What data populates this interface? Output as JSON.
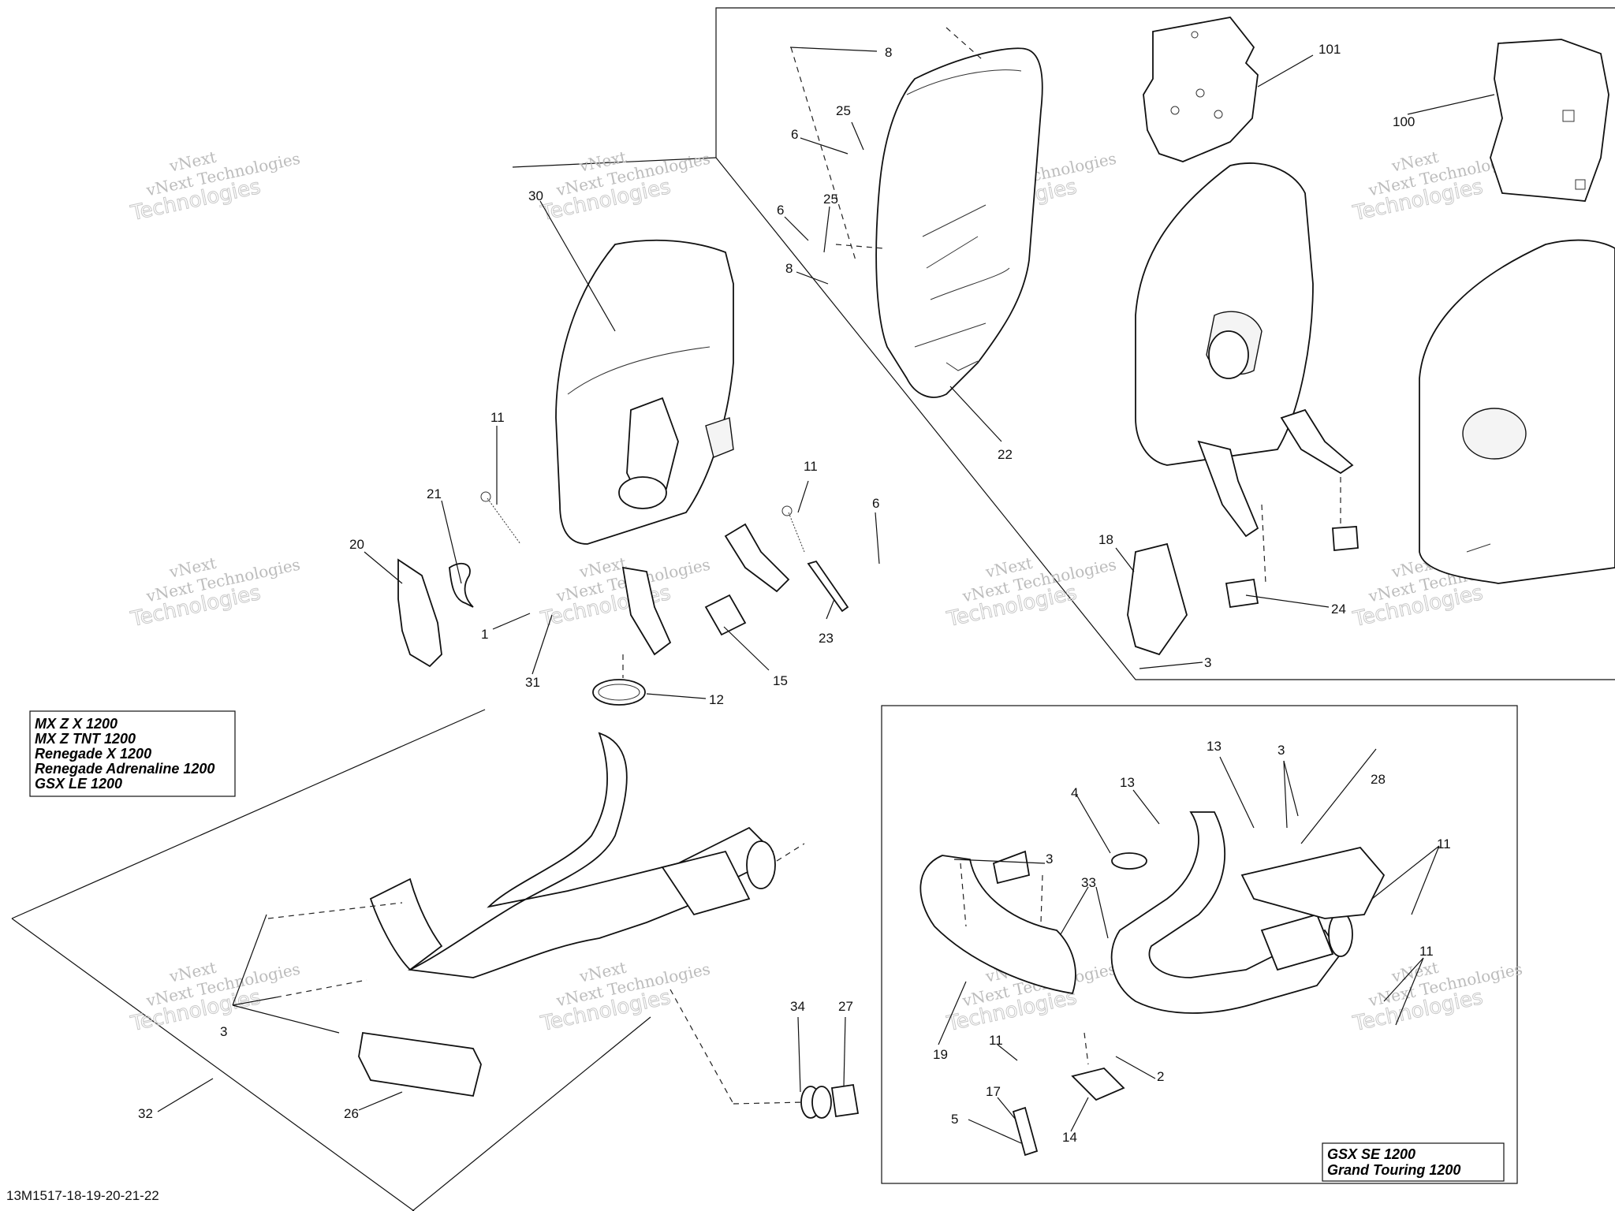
{
  "watermark": {
    "line1": "vNext",
    "line2": "vNext Technologies",
    "line3": "Technologies"
  },
  "model_box_left": {
    "models": [
      "MX Z X 1200",
      "MX Z TNT 1200",
      "Renegade X 1200",
      "Renegade Adrenaline 1200",
      "GSX LE 1200"
    ]
  },
  "model_box_right": {
    "models": [
      "GSX SE 1200",
      "Grand Touring 1200"
    ]
  },
  "drawing_code": "13M1517-18-19-20-21-22",
  "callouts": {
    "c8a": "8",
    "c101": "101",
    "c100": "100",
    "c25a": "25",
    "c6a": "6",
    "c30": "30",
    "c6b": "6",
    "c25b": "25",
    "c8b": "8",
    "c22": "22",
    "c11a": "11",
    "c21": "21",
    "c20": "20",
    "c11b": "11",
    "c6c": "6",
    "c1": "1",
    "c31": "31",
    "c23": "23",
    "c15": "15",
    "c18": "18",
    "c24": "24",
    "c3a": "3",
    "c12": "12",
    "c13a": "13",
    "c3b": "3",
    "c28": "28",
    "c4": "4",
    "c13b": "13",
    "c3c": "3",
    "c11c": "11",
    "c33": "33",
    "c11d": "11",
    "c19": "19",
    "c11e": "11",
    "c2": "2",
    "c17": "17",
    "c5": "5",
    "c14": "14",
    "c34": "34",
    "c27": "27",
    "c3d": "3",
    "c26": "26",
    "c32": "32"
  }
}
